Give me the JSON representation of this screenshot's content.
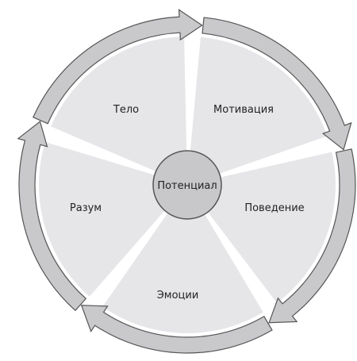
{
  "diagram": {
    "center": {
      "label": "Потенциал"
    },
    "segments": [
      {
        "id": "motivation",
        "label": "Мотивация"
      },
      {
        "id": "behavior",
        "label": "Поведение"
      },
      {
        "id": "emotions",
        "label": "Эмоции"
      },
      {
        "id": "mind",
        "label": "Разум"
      },
      {
        "id": "body",
        "label": "Тело"
      }
    ],
    "colors": {
      "segment_fill": "#e6e6e9",
      "arrow_fill": "#c9c9cc",
      "outline": "#555555",
      "center_fill": "#c8c8ca",
      "background": "#ffffff"
    }
  }
}
